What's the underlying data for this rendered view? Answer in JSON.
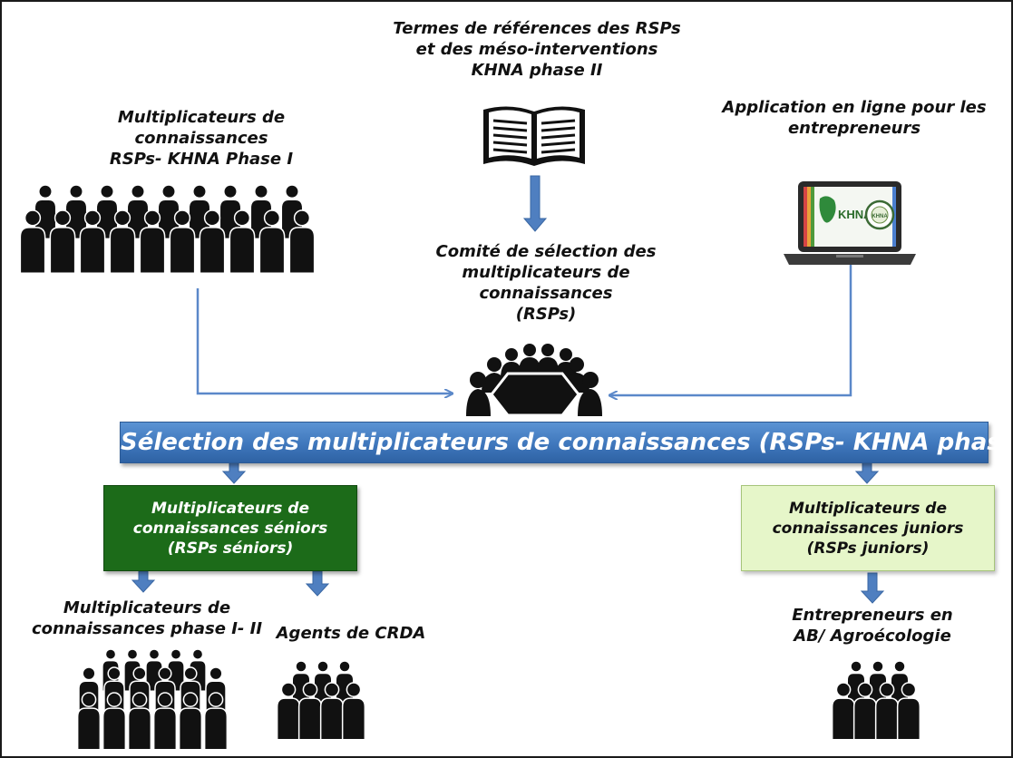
{
  "sources": {
    "previous_rsps": "Multiplicateurs de\nconnaissances\nRSPs- KHNA Phase I",
    "terms_of_reference": "Termes de références des RSPs\net des méso-interventions\nKHNA phase II",
    "online_application": "Application en ligne pour les\nentrepreneurs"
  },
  "committee": "Comité de sélection des\nmultiplicateurs de\nconnaissances\n(RSPs)",
  "banner": "Sélection des multiplicateurs de connaissances (RSPs- KHNA phase II)",
  "senior_box": "Multiplicateurs de\nconnaissances séniors\n(RSPs séniors)",
  "junior_box": "Multiplicateurs de\nconnaissances juniors\n(RSPs juniors)",
  "outcomes": {
    "phase_rsps": "Multiplicateurs de\nconnaissances phase I- II",
    "crda_agents": "Agents de CRDA",
    "entrepreneurs": "Entrepreneurs en\nAB/ Agroécologie"
  },
  "laptop_screen": {
    "logo_text": "KHNA",
    "seal_text": "KHNA"
  },
  "colors": {
    "flow_arrow": "#5b88c9",
    "banner": "#3f77bc",
    "senior_box": "#1c6b19",
    "junior_box": "#e6f6c9",
    "icon": "#111111"
  },
  "icons": {
    "crowd": "people-group-icon",
    "book": "open-book-icon",
    "laptop": "laptop-icon",
    "meeting": "meeting-table-icon"
  }
}
